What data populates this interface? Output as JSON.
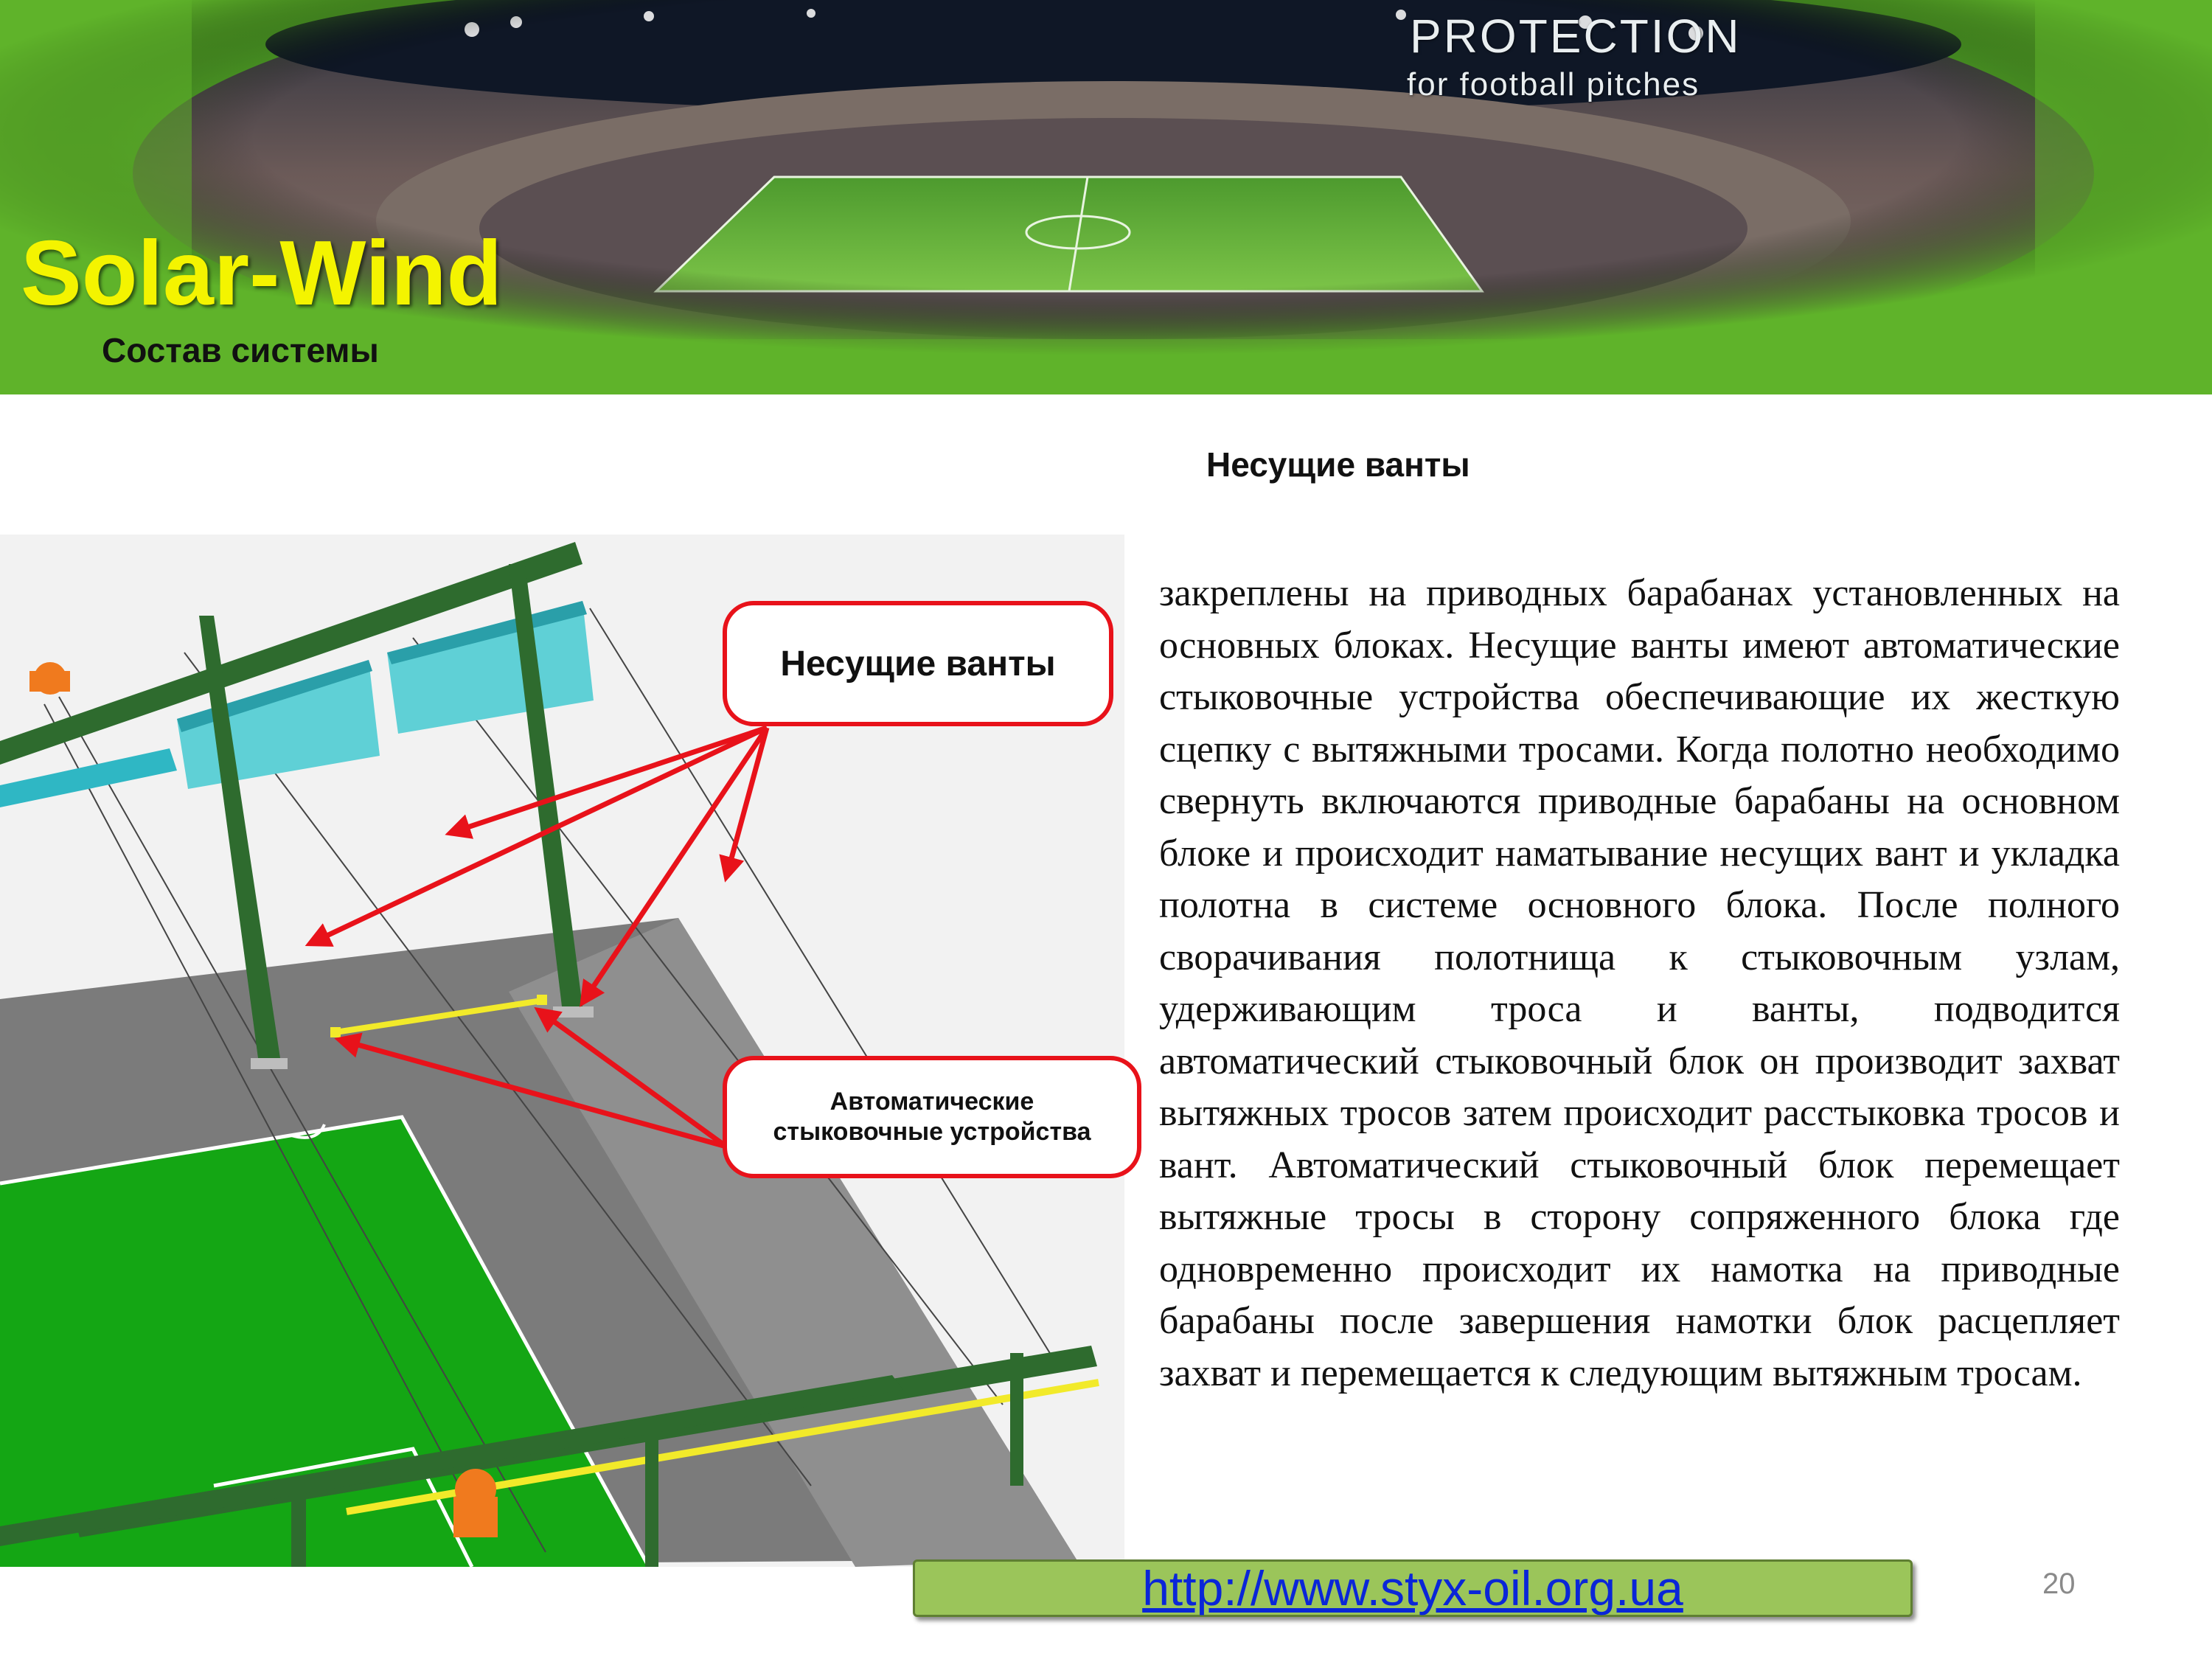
{
  "header": {
    "brand": "Solar-Wind",
    "subtitle": "Состав системы",
    "tagline_line1": "PROTECTION",
    "tagline_line2": "for football pitches"
  },
  "section": {
    "heading": "Несущие ванты"
  },
  "diagram": {
    "callout_top": "Несущие ванты",
    "callout_bottom": "Автоматические стыковочные устройства"
  },
  "body": {
    "text": "закреплены на приводных барабанах установленных на основных блоках. Несущие ванты имеют автоматические стыковочные устройства обеспечивающие их жесткую сцепку с вытяжными тросами. Когда полотно необходимо свернуть включаются приводные барабаны на основном блоке и происходит наматывание несущих вант и укладка полотна в системе основного блока. После полного сворачивания полотнища к стыковочным узлам, удерживающим троса и ванты, подводится автоматический стыковочный блок он производит захват вытяжных тросов затем происходит расстыковка тросов и вант. Автоматический стыковочный блок перемещает вытяжные тросы в сторону сопряженного блока где одновременно происходит их намотка на приводные барабаны после завершения намотки блок расцепляет захват и перемещается к следующим вытяжным тросам."
  },
  "footer": {
    "url": "http://www.styx-oil.org.ua",
    "page_number": "20"
  },
  "colors": {
    "brand_yellow": "#f4f400",
    "banner_green": "#5fb32a",
    "callout_red": "#e8121a",
    "pitch_green": "#14a614",
    "structure_green": "#2e6b2e",
    "url_bar_green": "#9bc55a",
    "link_blue": "#0a26d8"
  }
}
